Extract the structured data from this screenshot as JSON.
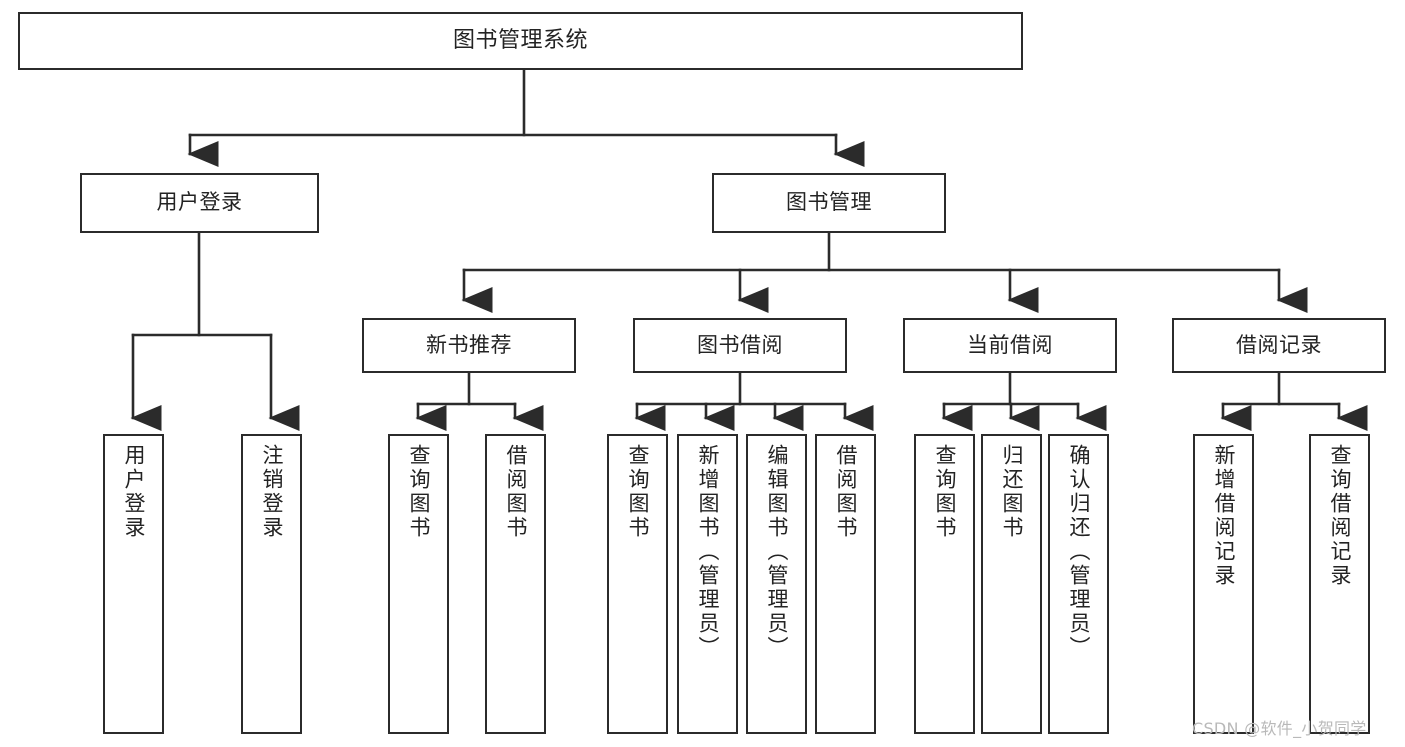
{
  "diagram": {
    "type": "tree",
    "title": "图书管理系统",
    "orientation": "top-down",
    "colors": {
      "box_border": "#2b2b2b",
      "box_fill": "#ffffff",
      "edge": "#2b2b2b",
      "text": "#232323",
      "watermark": "#b9b9b9",
      "background": "#ffffff"
    },
    "root": {
      "label": "图书管理系统"
    },
    "level2": [
      {
        "label": "用户登录"
      },
      {
        "label": "图书管理"
      }
    ],
    "level3": [
      {
        "label": "新书推荐"
      },
      {
        "label": "图书借阅"
      },
      {
        "label": "当前借阅"
      },
      {
        "label": "借阅记录"
      }
    ],
    "leaves": {
      "user_login": [
        {
          "label": "用户登录"
        },
        {
          "label": "注销登录"
        }
      ],
      "new_book_recommend": [
        {
          "label": "查询图书"
        },
        {
          "label": "借阅图书"
        }
      ],
      "book_borrow": [
        {
          "label": "查询图书"
        },
        {
          "label": "新增图书（管理员）"
        },
        {
          "label": "编辑图书（管理员）"
        },
        {
          "label": "借阅图书"
        }
      ],
      "current_borrow": [
        {
          "label": "查询图书"
        },
        {
          "label": "归还图书"
        },
        {
          "label": "确认归还（管理员）"
        }
      ],
      "borrow_record": [
        {
          "label": "新增借阅记录"
        },
        {
          "label": "查询借阅记录"
        }
      ]
    }
  },
  "watermark": {
    "text": "CSDN @软件_小贺同学"
  }
}
